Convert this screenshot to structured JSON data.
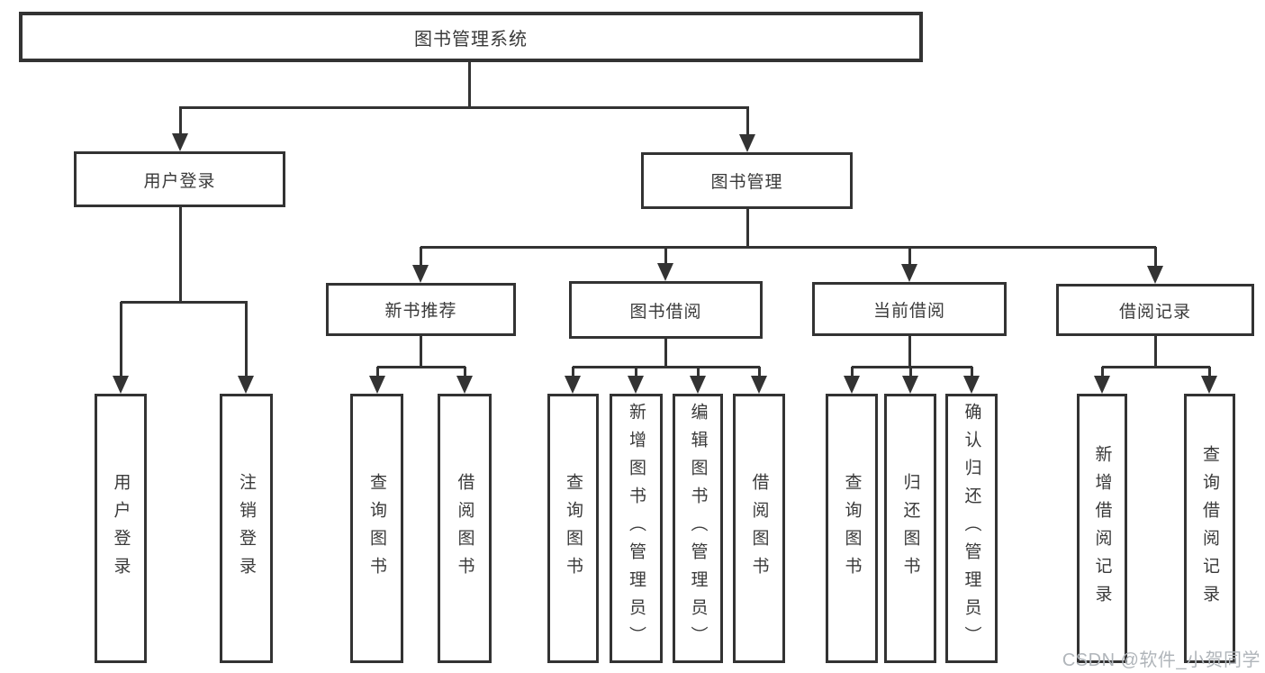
{
  "diagram": {
    "line_color": "#333333",
    "box_border_color": "#333333",
    "text_color": "#3a3a3a",
    "root": {
      "label": "图书管理系统"
    },
    "branches": [
      {
        "label": "用户登录",
        "children": [
          {
            "label": "用户登录"
          },
          {
            "label": "注销登录"
          }
        ]
      },
      {
        "label": "图书管理",
        "children": [
          {
            "label": "新书推荐",
            "children": [
              {
                "label": "查询图书"
              },
              {
                "label": "借阅图书"
              }
            ]
          },
          {
            "label": "图书借阅",
            "children": [
              {
                "label": "查询图书"
              },
              {
                "label": "新增图书（管理员）"
              },
              {
                "label": "编辑图书（管理员）"
              },
              {
                "label": "借阅图书"
              }
            ]
          },
          {
            "label": "当前借阅",
            "children": [
              {
                "label": "查询图书"
              },
              {
                "label": "归还图书"
              },
              {
                "label": "确认归还（管理员）"
              }
            ]
          },
          {
            "label": "借阅记录",
            "children": [
              {
                "label": "新增借阅记录"
              },
              {
                "label": "查询借阅记录"
              }
            ]
          }
        ]
      }
    ]
  },
  "watermark": {
    "text": "CSDN @软件_小贺同学",
    "color": "#b0b5ba"
  }
}
